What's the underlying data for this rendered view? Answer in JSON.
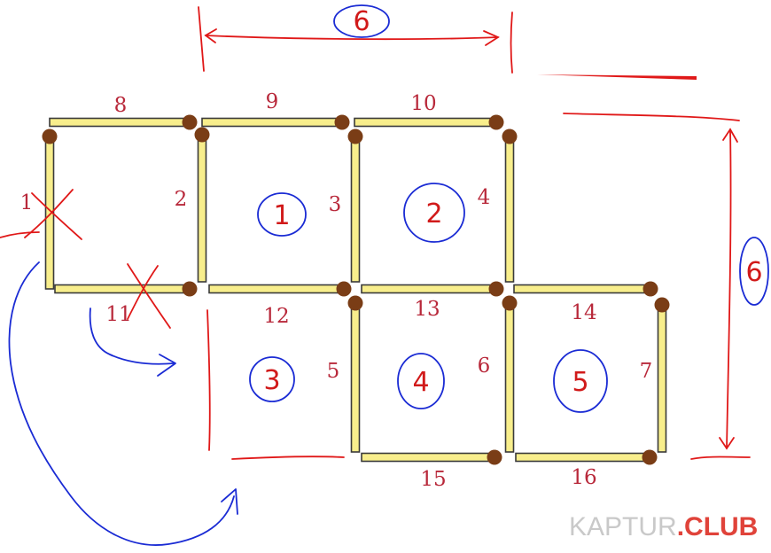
{
  "dimension_labels": {
    "top": "6",
    "right": "6"
  },
  "matchstick_numbers": [
    "1",
    "2",
    "3",
    "4",
    "5",
    "6",
    "7",
    "8",
    "9",
    "10",
    "11",
    "12",
    "13",
    "14",
    "15",
    "16"
  ],
  "square_numbers": [
    "1",
    "2",
    "3",
    "4",
    "5"
  ],
  "removed_matches": [
    "1",
    "11"
  ],
  "watermark": {
    "part1": "KAPTUR",
    "part2": ".CLUB"
  },
  "colors": {
    "match_body": "#f8ee8c",
    "match_head": "#7a3d16",
    "label_number": "#b8283a",
    "red_ink": "#e01818",
    "blue_ink": "#1a2bd4"
  }
}
